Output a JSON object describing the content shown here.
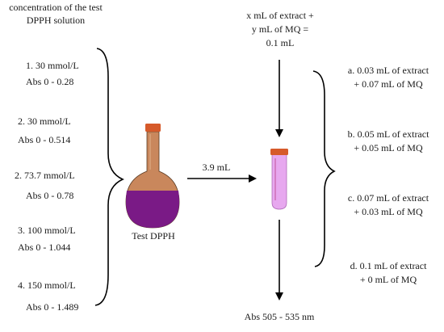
{
  "title": {
    "line1": "concentration of the test",
    "line2": "DPPH solution"
  },
  "concentrations": [
    {
      "label": "1. 30 mmol/L",
      "abs": "Abs 0 - 0.28"
    },
    {
      "label": "2. 30 mmol/L",
      "abs": "Abs 0 - 0.514"
    },
    {
      "label": "2. 73.7 mmol/L",
      "abs": "Abs 0 - 0.78"
    },
    {
      "label": "3. 100 mmol/L",
      "abs": "Abs 0 - 1.044"
    },
    {
      "label": "4. 150 mmol/L",
      "abs": "Abs 0 - 1.489"
    }
  ],
  "flask": {
    "label": "Test DPPH",
    "stopper_color": "#d65a2a",
    "neck_color": "#c9875c",
    "liquid_color": "#7a1a86"
  },
  "transfer_volume": "3.9 mL",
  "mixture": {
    "line1": "x  mL of extract +",
    "line2": "y mL of MQ =",
    "line3": "0.1 mL"
  },
  "tube": {
    "cap_color": "#d65a2a",
    "liquid_color": "#e7a8ef"
  },
  "samples": [
    {
      "line1": "a. 0.03 mL of extract",
      "line2": "+ 0.07 mL of MQ"
    },
    {
      "line1": "b. 0.05 mL of extract",
      "line2": "+ 0.05 mL of MQ"
    },
    {
      "line1": "c. 0.07 mL of extract",
      "line2": "+ 0.03 mL of MQ"
    },
    {
      "line1": "d. 0.1 mL of extract",
      "line2": "+ 0 mL of MQ"
    }
  ],
  "measurement": "Abs 505 - 535 nm"
}
